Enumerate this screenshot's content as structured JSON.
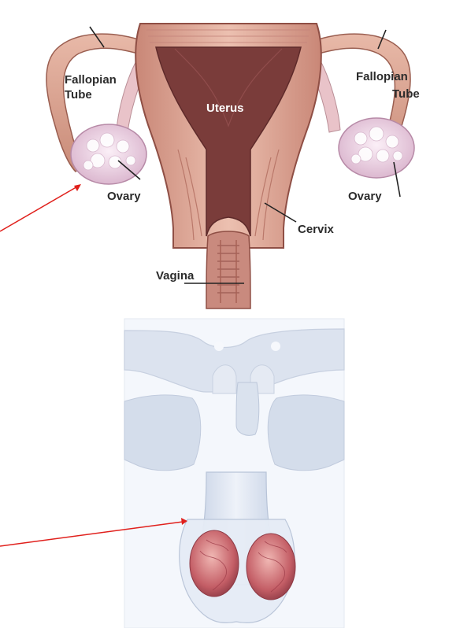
{
  "female_diagram": {
    "labels": {
      "fallopian_left_line1": "Fallopian",
      "fallopian_left_line2": "Tube",
      "fallopian_right_line1": "Fallopian",
      "fallopian_right_line2": "Tube",
      "uterus": "Uterus",
      "ovary_left": "Ovary",
      "ovary_right": "Ovary",
      "cervix": "Cervix",
      "vagina": "Vagina"
    }
  },
  "colors": {
    "arrow": "#e0201c",
    "tissue": "#d9a08f",
    "tissue_dark": "#8a4a44",
    "ovary": "#e8cfe0",
    "skin_blue": "#dfe6f2",
    "testis": "#c9666e"
  }
}
